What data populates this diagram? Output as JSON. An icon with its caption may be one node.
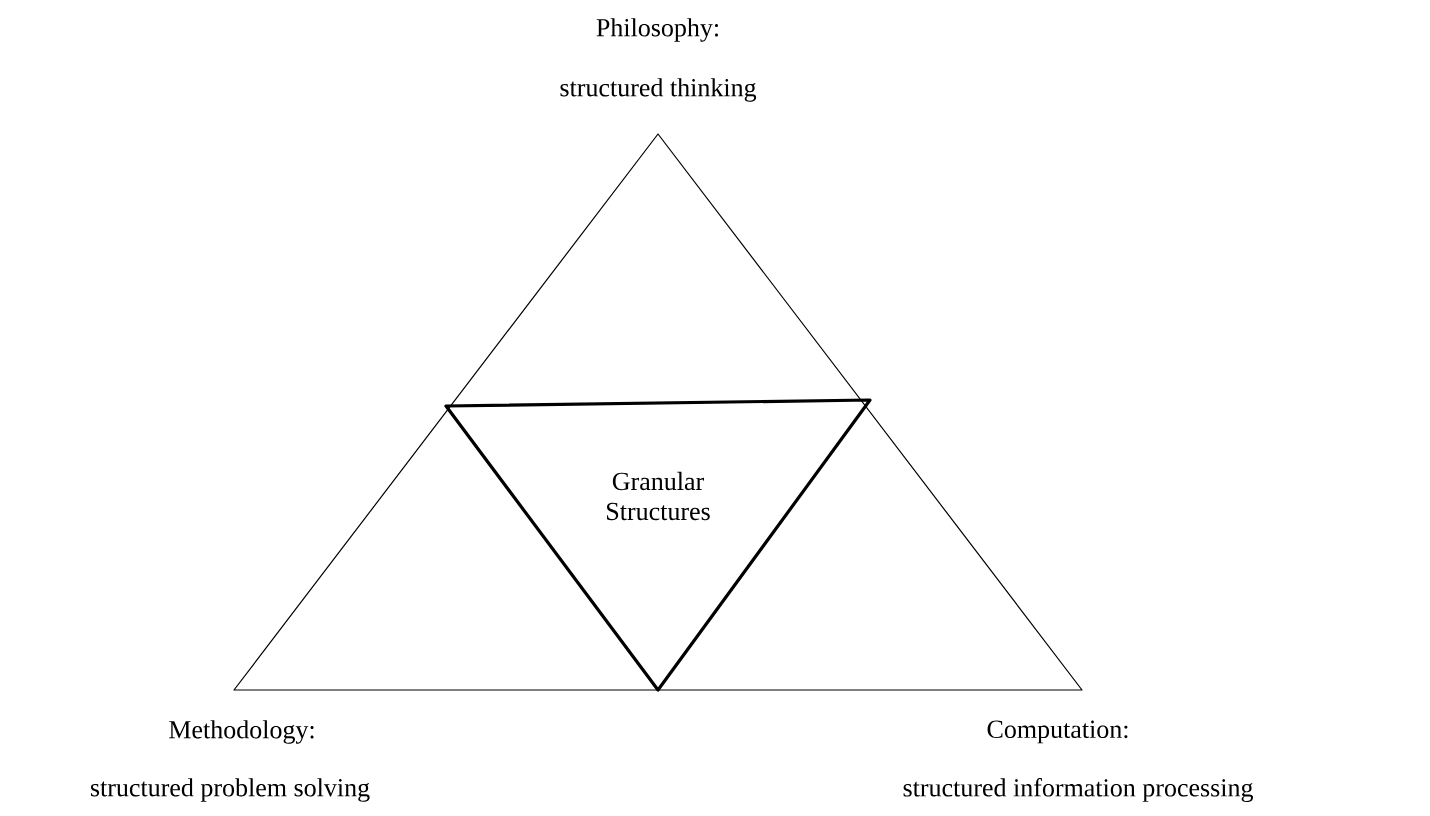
{
  "diagram": {
    "nodes": [
      {
        "text": [],
        "shape": "triangle"
      },
      {
        "text": [
          "Granular Structures"
        ],
        "in": 0
      }
    ],
    "labels": [
      "Philosophy:",
      "structured thinking",
      "Methodology:",
      "structured problem solving",
      "Computation:",
      "structured information processing"
    ]
  }
}
